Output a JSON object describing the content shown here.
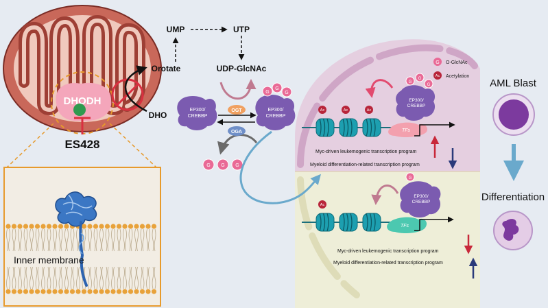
{
  "colors": {
    "background": "#e6ebf2",
    "mito_outer": "#c9685a",
    "mito_inner": "#f0c9bd",
    "mito_matrix": "#9e3f35",
    "dhodh_fill": "#f4a6bb",
    "inhibitor": "#d93040",
    "enzyme_purple": "#7b5bb0",
    "ogt_orange": "#f0a060",
    "oga_blue": "#6f8fc8",
    "glcnac_pink": "#e96a96",
    "ac_red": "#b8253a",
    "nucleosome": "#1d9fb0",
    "tf_pink": "#f3a0ae",
    "tf_teal": "#4cc8b0",
    "nucleus_top": "#e5cfe0",
    "nucleus_bottom": "#eeeed8",
    "arrow_blue": "#6aa9cc",
    "arrow_up_red": "#c8283a",
    "arrow_down_navy": "#2a3a7a",
    "orange_dash": "#e79a2c",
    "blast_purple": "#7c3a9e"
  },
  "mitochondrion": {
    "dhodh_label": "DHODH",
    "inhibitor_label": "ES428"
  },
  "pathway": {
    "ump": "UMP",
    "utp": "UTP",
    "orotate": "Orotate",
    "udp_glcnac": "UDP-GlcNAc",
    "dho": "DHO",
    "ogt": "OGT",
    "oga": "OGA",
    "glcnac_letter": "G",
    "enzyme_line1": "EP300/",
    "enzyme_line2": "CREBBP"
  },
  "membrane_inset": {
    "label": "Inner membrane"
  },
  "nucleus": {
    "legend_glcnac_letter": "G",
    "legend_glcnac": "O-GlcNAc",
    "legend_ac_letter": "Ac",
    "legend_ac": "Acetylation",
    "ac_letter": "Ac",
    "tfs": "TFs",
    "top_program_myc": "Myc-driven leukemogenic transcription program",
    "top_program_myeloid": "Myeloid differentiation-related transcription program",
    "bottom_program_myc": "Myc-driven leukemogenic transcription program",
    "bottom_program_myeloid": "Myeloid differentiation-related transcription program"
  },
  "cells": {
    "aml_blast": "AML Blast",
    "differentiation": "Differentiation"
  }
}
